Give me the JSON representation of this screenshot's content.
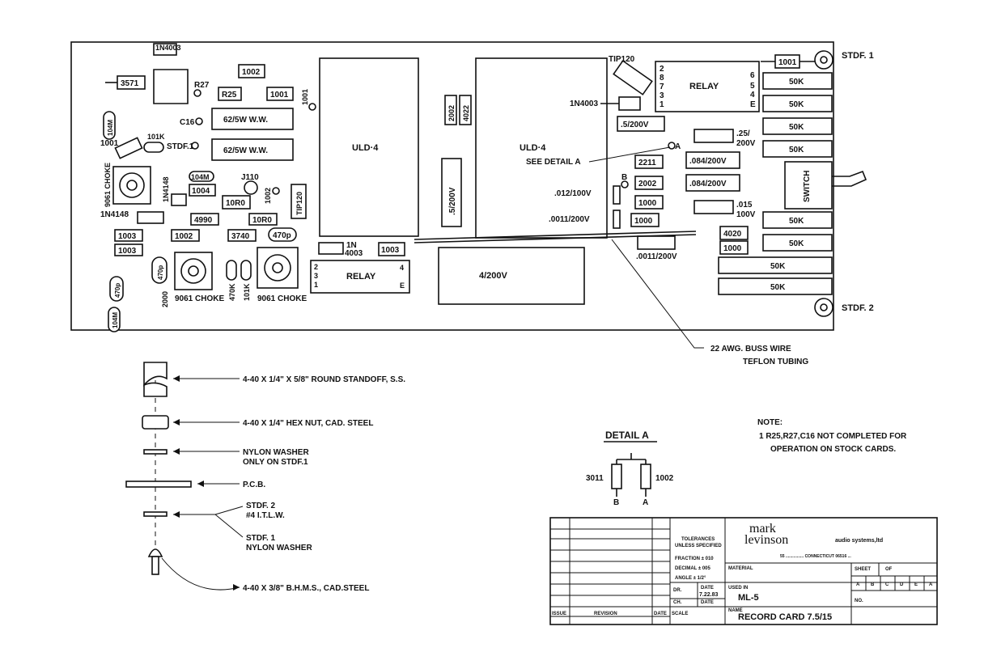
{
  "board": {
    "stdf1": "STDF. 1",
    "stdf2": "STDF. 2",
    "uld_left": "ULD·4",
    "uld_right": "ULD·4",
    "tip120_top": "TIP120",
    "tip120_small": "TIP120",
    "relay_top_label": "RELAY",
    "relay_top_pins_left": [
      "2",
      "8",
      "7",
      "3",
      "1"
    ],
    "relay_top_pins_right": [
      "6",
      "5",
      "4",
      "E"
    ],
    "relay_bottom_label": "RELAY",
    "relay_bottom_pins_left": [
      "2",
      "3",
      "1"
    ],
    "relay_bottom_pins_right": [
      "4",
      "E"
    ],
    "switch": "SWITCH",
    "see_detail": "SEE DETAIL A",
    "point_a": "A",
    "point_b": "B",
    "res_50k": [
      "50K",
      "50K",
      "50K",
      "50K",
      "50K",
      "50K",
      "50K",
      "50K"
    ],
    "c_4_200": "4/200V",
    "c_5_200": ".5/200V",
    "c_5_200_top": ".5/200V",
    "c_012": ".012/100V",
    "c_0011_left": ".0011/200V",
    "c_0011_bottom": ".0011/200V",
    "c_084_a": ".084/200V",
    "c_084_b": ".084/200V",
    "c_25": ".25/",
    "c_25b": "200V",
    "c_015": ".015",
    "c_015b": "100V",
    "r_1001_top": "1001",
    "r_2211": "2211",
    "r_2002_mid": "2002",
    "r_1000_a": "1000",
    "r_1000_b": "1000",
    "r_4020": "4020",
    "r_1000_c": "1000",
    "r_2002_vert": "2002",
    "r_4022_vert": "4022",
    "d_1n4003_mid": "1N4003",
    "d_1n4003_top": "1N4003",
    "r_3571": "3571",
    "r_1002_top": "1002",
    "r_r25": "R25",
    "r_1001_left": "1001",
    "r_1001_vert": "1001",
    "r27": "R27",
    "c16": "C16",
    "ww1": "62/5W  W.W.",
    "ww2": "62/5W  W.W.",
    "c_104m_left": "104M",
    "r_1001_tilt": "1001",
    "r_101k": "101K",
    "stdf1_small": "STDF.1",
    "choke_label_v": "9061 CHOKE",
    "d_1n4148_v": "1N4148",
    "d_1n4148_h": "1N4148",
    "c_104m_mid": "104M",
    "j110": "J110",
    "r_1004": "1004",
    "r_10r0_a": "10R0",
    "r_10r0_b": "10R0",
    "r_1002_v": "1002",
    "r_4990": "4990",
    "r_1003_a": "1003",
    "r_1003_b": "1003",
    "r_1002_low": "1002",
    "r_3740": "3740",
    "c_470p_a": "470p",
    "d_1n4003_low": "1N",
    "d_1n4003_low2": "4003",
    "r_1003_low": "1003",
    "c_470p_b": "470p",
    "c_470p_c": "470p",
    "r_2000": "2000",
    "choke_a": "9061 CHOKE",
    "choke_b": "9061 CHOKE",
    "r_470k": "470K",
    "r_101k_b": "101K",
    "c_104m_low": "104M"
  },
  "callout": {
    "line1": "22 AWG. BUSS WIRE",
    "line2": "TEFLON TUBING"
  },
  "hardware": [
    "4-40 X 1/4\" X 5/8\"  ROUND STANDOFF, S.S.",
    "4-40 X 1/4\"  HEX NUT, CAD. STEEL",
    "NYLON WASHER",
    "ONLY ON STDF.1",
    "P.C.B.",
    "STDF. 2",
    "#4 I.T.L.W.",
    "STDF. 1",
    "NYLON WASHER",
    "4-40 X 3/8\"  B.H.M.S., CAD.STEEL"
  ],
  "detail": {
    "title": "DETAIL A",
    "left_value": "3011",
    "right_value": "1002",
    "left_node": "B",
    "right_node": "A"
  },
  "note": {
    "title": "NOTE:",
    "line1": "1  R25,R27,C16 NOT COMPLETED FOR",
    "line2": "OPERATION ON STOCK CARDS."
  },
  "title_block": {
    "company1": "mark",
    "company2": "levinson",
    "company3": "audio systems,ltd",
    "address": "55 ................ CONNECTICUT 06516 ...",
    "tolerances1": "TOLERANCES",
    "tolerances2": "UNLESS SPECIFIED",
    "fraction": "FRACTION  ± 010",
    "decimal": "DECIMAL  ± 005",
    "angle": "ANGLE  ± 1/2°",
    "material": "MATERIAL",
    "sheet": "SHEET",
    "of": "OF",
    "used_in": "USED IN",
    "used_value": "ML-5",
    "dr": "DR.",
    "ch": "CH.",
    "date_label": "DATE",
    "date_value": "7.22.83",
    "date2": "DATE",
    "name": "NAME",
    "name_value": "RECORD CARD 7.5/15",
    "no": "NO.",
    "issue": "ISSUE",
    "revision": "REVISION",
    "date_col": "DATE",
    "scale": "SCALE",
    "grid_letters": [
      "A",
      "B",
      "C",
      "D",
      "E",
      "A"
    ]
  }
}
